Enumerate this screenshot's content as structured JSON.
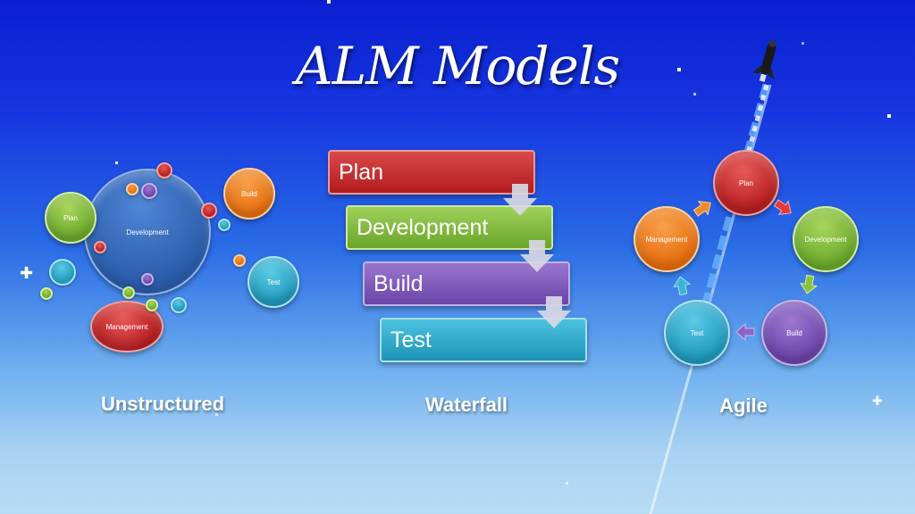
{
  "title": "ALM Models",
  "unstructured": {
    "label": "Unstructured",
    "bubbles": {
      "development": "Development",
      "plan": "Plan",
      "build": "Build",
      "test": "Test",
      "management": "Management"
    }
  },
  "waterfall": {
    "label": "Waterfall",
    "steps": [
      "Plan",
      "Development",
      "Build",
      "Test"
    ]
  },
  "agile": {
    "label": "Agile",
    "nodes": {
      "plan": "Plan",
      "development": "Development",
      "build": "Build",
      "test": "Test",
      "management": "Management"
    }
  },
  "colors": {
    "red": "#b51e20",
    "green": "#6aa72a",
    "purple": "#6a43a8",
    "teal": "#1e98bb",
    "orange": "#e46c0c",
    "blue": "#2a5ba8"
  }
}
